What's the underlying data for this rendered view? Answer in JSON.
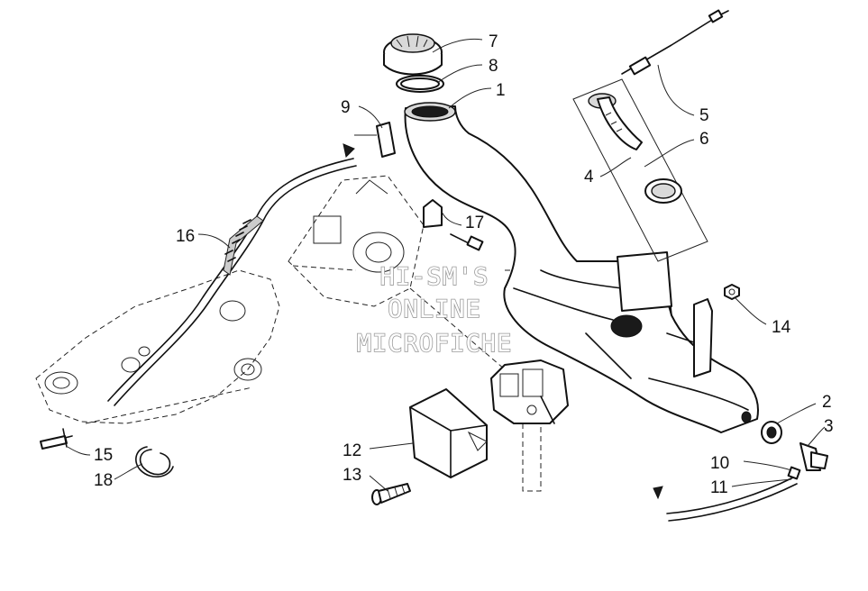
{
  "diagram": {
    "watermark": [
      "HI-SM'S",
      "ONLINE",
      "MICROFICHE"
    ],
    "callouts": {
      "c1": "1",
      "c2": "2",
      "c3": "3",
      "c4": "4",
      "c5": "5",
      "c6": "6",
      "c7": "7",
      "c8": "8",
      "c9": "9",
      "c10": "10",
      "c11": "11",
      "c12": "12",
      "c13": "13",
      "c14": "14",
      "c15": "15",
      "c16": "16",
      "c17": "17",
      "c18": "18"
    }
  }
}
